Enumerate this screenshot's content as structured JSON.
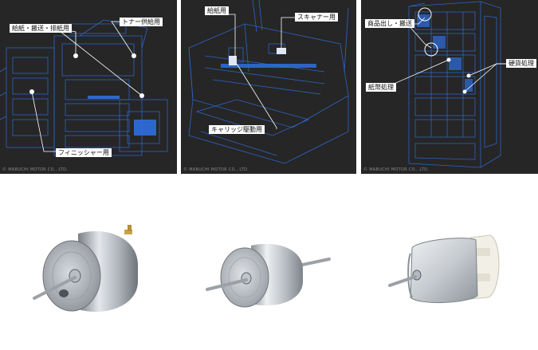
{
  "panels": [
    {
      "name": "copier",
      "labels": {
        "feed": "給紙・搬送・排紙用",
        "toner": "トナー供給用",
        "finisher": "フィニッシャー用"
      },
      "copyright": "© MABUCHI MOTOR CO., LTD."
    },
    {
      "name": "printer",
      "labels": {
        "feed": "給紙用",
        "scanner": "スキャナー用",
        "carriage": "キャリッジ駆動用"
      },
      "copyright": "© MABUCHI MOTOR CO., LTD."
    },
    {
      "name": "vending-machine",
      "labels": {
        "product": "商品出し・搬送",
        "coin": "硬貨処理",
        "bill": "紙幣処理"
      },
      "copyright": "© MABUCHI MOTOR CO., LTD."
    }
  ],
  "colors": {
    "panel_bg": "#262626",
    "wireframe": "#2f6fe0",
    "highlight": "#ffffff",
    "leader_line": "#ffffff"
  }
}
